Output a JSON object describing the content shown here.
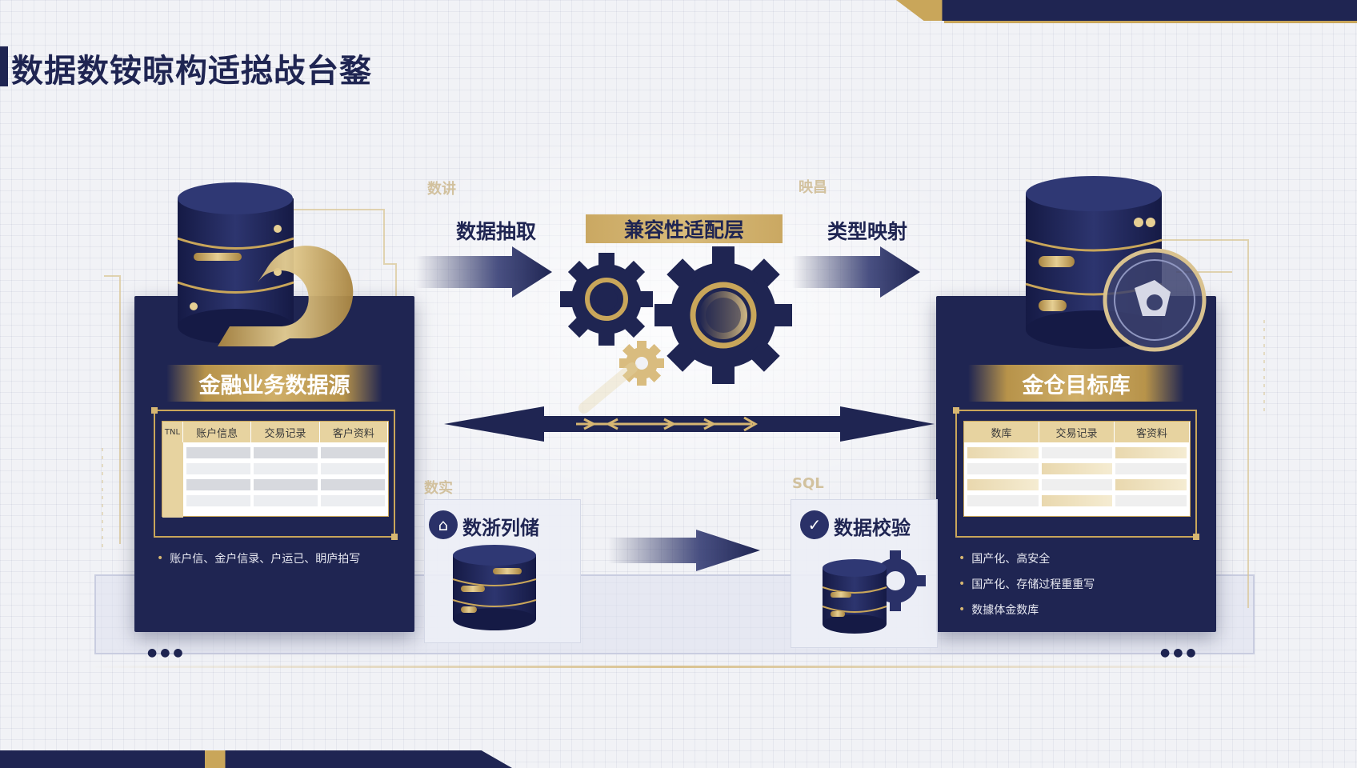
{
  "page": {
    "title": "数据数铵晾构适搃敁台鍪"
  },
  "source": {
    "title": "金融业务数据源",
    "table_headers": [
      "TNL",
      "账户信息",
      "交易记录",
      "客户资料"
    ],
    "bullet": "账户信、金户信录、户运己、眀庐拍写"
  },
  "target": {
    "title": "金仓目标库",
    "table_headers": [
      "数库",
      "交易记录",
      "客资料"
    ],
    "bullets": [
      "国产化、高安全",
      "国产化、存储过程重重写",
      "数據体金数库"
    ]
  },
  "flow": {
    "extract": "数据抽取",
    "adapter": "兼容性适配层",
    "mapping": "类型映射",
    "tag_left": "数讲",
    "tag_right": "映昌",
    "tag_bottom_left": "数实",
    "tag_bottom_right": "SQL"
  },
  "bottom_left": {
    "title": "数浙列储"
  },
  "bottom_right": {
    "title": "数据校验",
    "check_glyph": "✓"
  },
  "icons": {
    "source_db": "database-icon",
    "target_db": "database-icon",
    "gears": "gear-icon",
    "migrate": "arrow-icon",
    "check": "check-icon"
  },
  "colors": {
    "navy": "#1f2552",
    "gold": "#c9a65a",
    "background": "#f1f2f6"
  }
}
